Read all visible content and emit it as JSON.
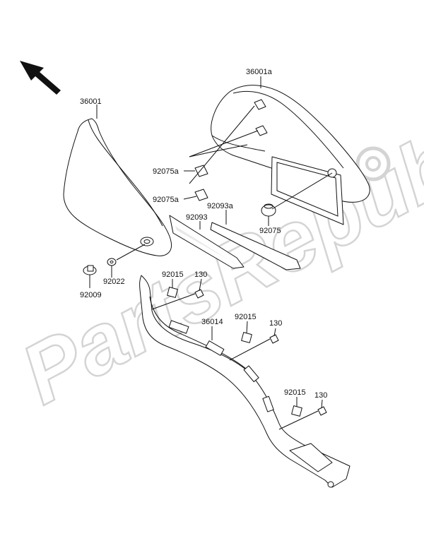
{
  "watermark": {
    "text": "PartsRepublik",
    "color": "#d4d4d4"
  },
  "labels": {
    "p36001a": "36001a",
    "p36001": "36001",
    "p92075a_1": "92075a",
    "p92075a_2": "92075a",
    "p92093a": "92093a",
    "p92093": "92093",
    "p92075": "92075",
    "p92022": "92022",
    "p92009": "92009",
    "p92015_1": "92015",
    "p130_1": "130",
    "p36014": "36014",
    "p92015_2": "92015",
    "p130_2": "130",
    "p92015_3": "92015",
    "p130_3": "130"
  },
  "icons": {
    "orientation": "direction-arrow-icon",
    "gear": "gear-icon"
  }
}
